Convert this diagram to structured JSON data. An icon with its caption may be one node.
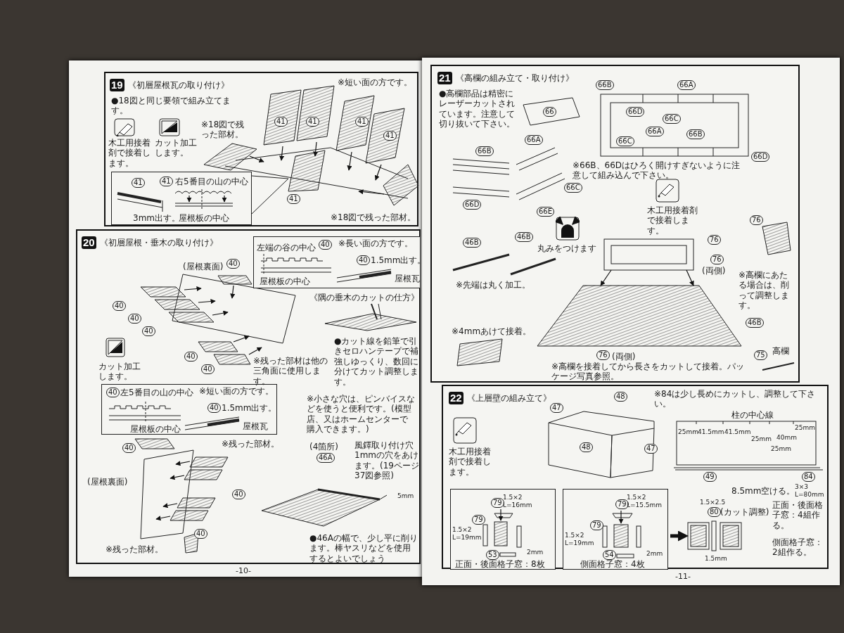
{
  "diagram": {
    "nodes": [
      {
        "text": [
          "19",
          "《初層屋根瓦の取り付け》",
          "●18図と同じ要領で組み立てます。",
          "木工用接着剤で接着します。",
          "カット加工します。",
          "※短い面の方です。",
          "※18図で残った部材。",
          "41",
          "41",
          "41",
          "41",
          "41",
          "※18図で残った部材。"
        ]
      },
      {
        "text": [
          "41",
          "41",
          "右5番目の山の中心",
          "3mm出す。",
          "屋根板の中心"
        ],
        "in": 0
      },
      {
        "text": [
          "20",
          "《初層屋根・垂木の取り付け》",
          "(屋根裏面)",
          "40",
          "40",
          "40",
          "40",
          "40",
          "40",
          "カット加工します。",
          "※残った部材は他の三角面に使用します。",
          "《隅の垂木のカットの仕方》",
          "●カット線を鉛筆で引きセロハンテープで補強しゆっくり、数回に分けてカット調整します。",
          "40",
          "(屋根裏面)",
          "※残った部材。",
          "40",
          "40",
          "※残った部材。",
          "※小さな穴は、ピンバイスなどを使うと便利です。(模型店、又はホームセンターで購入できます。)",
          "(4箇所)",
          "46A",
          "風鐸取り付け穴1mmの穴をあけます。(19ページ37図参照)",
          "5mm",
          "●46Aの幅で、少し平に削ります。棒ヤスリなどを使用するとよいでしょう"
        ]
      },
      {
        "text": [
          "左端の谷の中心",
          "40",
          "※長い面の方です。",
          "40",
          "1.5mm出す。",
          "屋根板の中心",
          "屋根瓦"
        ],
        "in": 2
      },
      {
        "text": [
          "40",
          "左5番目の山の中心",
          "※短い面の方です。",
          "40",
          "1.5mm出す。",
          "屋根板の中心",
          "屋根瓦"
        ],
        "in": 2
      },
      {
        "text": [
          "21",
          "《高欄の組み立て・取り付け》",
          "●高欄部品は精密にレーザーカットされています。注意して切り抜いて下さい。",
          "66",
          "66B",
          "66A",
          "66D",
          "66C",
          "66A",
          "66B",
          "66C",
          "66D",
          "66A",
          "66B",
          "※66B、66Dはひろく開けすぎないように注意して組み込んで下さい。",
          "66C",
          "66D",
          "66E",
          "木工用接着剤で接着します。",
          "46B",
          "46B",
          "丸みをつけます",
          "※先端は丸く加工。",
          "76",
          "76",
          "76",
          "(両側)",
          "※高欄にあたる場合は、削って調整します。",
          "※4mmあけて接着。",
          "46B",
          "76",
          "(両側)",
          "75",
          "高欄",
          "※高欄を接着してから長さをカットして接着。パッケージ写真参照。"
        ]
      },
      {
        "text": [
          "22",
          "《上層壁の組み立て》",
          "木工用接着剤で接着します。",
          "47",
          "48",
          "48",
          "47",
          "※84は少し長めにカットし、調整して下さい。",
          "柱の中心線",
          "25mm",
          "41.5mm",
          "41.5mm",
          "25mm",
          "25mm",
          "40mm",
          "25mm",
          "49",
          "84",
          "8.5mm空ける。",
          "3×3 L=80mm",
          "1.5×2.5",
          "80",
          "(カット調整)",
          "正面・後面格子窓：4組作る。",
          "1.5mm",
          "側面格子窓：2組作る。"
        ]
      },
      {
        "text": [
          "79",
          "1.5×2 L=16mm",
          "79",
          "1.5×2 L=19mm",
          "53",
          "2mm",
          "正面・後面格子窓：8枚"
        ],
        "in": 6
      },
      {
        "text": [
          "79",
          "1.5×2 L=15.5mm",
          "79",
          "1.5×2 L=19mm",
          "54",
          "2mm",
          "側面格子窓：4枚"
        ],
        "in": 6
      },
      {
        "text": [],
        "shape": "picture",
        "in": 6
      }
    ],
    "edges": [
      {
        "from": 8,
        "to": 9,
        "arrow": "to"
      }
    ],
    "labels": [
      "-10-",
      "-11-"
    ]
  }
}
